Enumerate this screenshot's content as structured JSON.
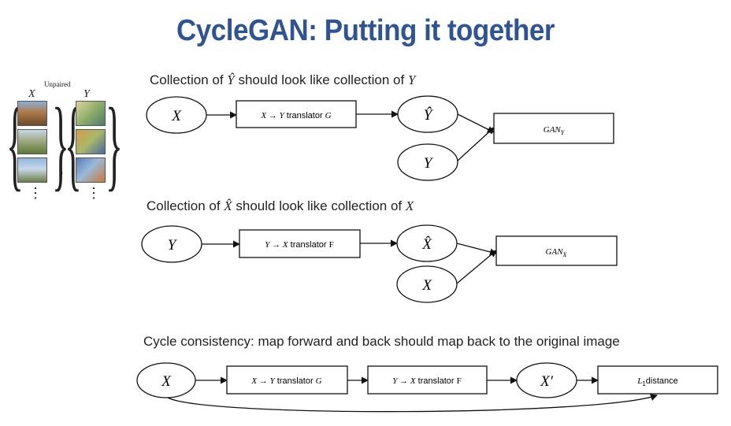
{
  "title": "CycleGAN: Putting it together",
  "thumbnails": {
    "unpaired_label": "Unpaired",
    "x_label": "X",
    "y_label": "Y",
    "dots": "⋮"
  },
  "sections": [
    {
      "caption_pre": "Collection of ",
      "caption_math1": "Ŷ",
      "caption_mid": " should look like collection of ",
      "caption_math2": "Y"
    },
    {
      "caption_pre": "Collection of ",
      "caption_math1": "X̂",
      "caption_mid": " should look like collection of ",
      "caption_math2": "X"
    },
    {
      "caption_pre": "Cycle consistency: map forward and back should map back to the original image",
      "caption_math1": "",
      "caption_mid": "",
      "caption_math2": ""
    }
  ],
  "nodes": {
    "s1_x": "X",
    "s1_translator_prefix": "X → Y",
    "s1_translator_word": " translator ",
    "s1_translator_fn": "G",
    "s1_yhat": "Ŷ",
    "s1_y": "Y",
    "s1_gan": "GAN",
    "s1_gan_sub": "Y",
    "s2_y": "Y",
    "s2_translator_prefix": "Y → X",
    "s2_translator_word": " translator ",
    "s2_translator_fn": "F",
    "s2_xhat": "X̂",
    "s2_x": "X",
    "s2_gan": "GAN",
    "s2_gan_sub": "X",
    "s3_x": "X",
    "s3_t1_prefix": "X → Y",
    "s3_t1_word": " translator ",
    "s3_t1_fn": "G",
    "s3_t2_prefix": "Y → X",
    "s3_t2_word": " translator ",
    "s3_t2_fn": "F",
    "s3_xprime": "X′",
    "s3_l1": "L",
    "s3_l1_sub": "1",
    "s3_l1_word": "distance"
  }
}
